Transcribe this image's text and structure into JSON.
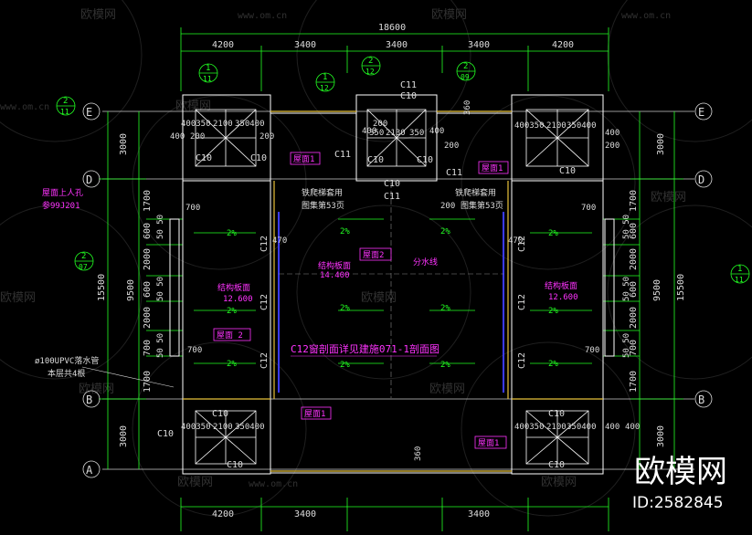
{
  "watermarks": {
    "site": "www.om.cn",
    "brand": "欧模网",
    "big_brand": "欧模网",
    "id_text": "ID:2582845"
  },
  "dims": {
    "total_width": "18600",
    "top_spans": [
      "4200",
      "3400",
      "3400",
      "3400",
      "4200"
    ],
    "left_vertical": [
      "3000",
      "1700",
      "600",
      "2000",
      "600",
      "2000",
      "700",
      "1700",
      "3000"
    ],
    "left_total": "15500",
    "left_inner": "9500",
    "right_vertical": [
      "3000",
      "1700",
      "600",
      "2000",
      "600",
      "2000",
      "700",
      "1700",
      "3000"
    ],
    "right_total": "15500",
    "right_inner": "9500",
    "fifty_fifty": "50 50",
    "bottom_partial": [
      "4200",
      "3400",
      "3400"
    ],
    "small_470": "470",
    "small_360": "360",
    "small_400": "400",
    "small_200": "200",
    "small_2100": "2100",
    "small_350": "350",
    "small_700": "700",
    "small_2130": "2130",
    "combo_left": "400350",
    "combo_right": "350400",
    "combo_bottom_left": "400350",
    "combo_bottom_right": "350400"
  },
  "axes": [
    "E",
    "D",
    "B",
    "A"
  ],
  "column_tags": [
    "C10",
    "C11",
    "C12"
  ],
  "detail_marks": [
    {
      "top": "1",
      "bottom": "11"
    },
    {
      "top": "1",
      "bottom": "12"
    },
    {
      "top": "2",
      "bottom": "12"
    },
    {
      "top": "2",
      "bottom": "09"
    },
    {
      "top": "2",
      "bottom": "11"
    },
    {
      "top": "2",
      "bottom": "07"
    },
    {
      "top": "1",
      "bottom": "11"
    }
  ],
  "labels": {
    "roof1": "屋面1",
    "roof2": "屋面2",
    "roof2b": "屋面 2",
    "roof_ladder": "屋面上人孔",
    "roof_ladder_ref": "参99J201",
    "iron_ladder": "铁爬梯套用",
    "iron_ladder_ref": "图集第53页",
    "iron_ladder_ref2": "图集第53页",
    "iron_ladder_code": "200",
    "structure_slab": "结构板面",
    "slab_elev_left": "12.600",
    "slab_elev_mid": "14.400",
    "slab_elev_right": "12.600",
    "water_line": "分水线",
    "slope": "2%",
    "drain": "ø100UPVC落水管",
    "drain2": "本层共4根",
    "c12_note": "C12窗剖面详见建施071-1剖面图"
  },
  "colors": {
    "dim": "#22ff22",
    "wall": "#ffffff",
    "magenta": "#ff33ff",
    "yellow": "#e8c23a",
    "blue": "#3a3aff",
    "grid": "#dddddd"
  }
}
